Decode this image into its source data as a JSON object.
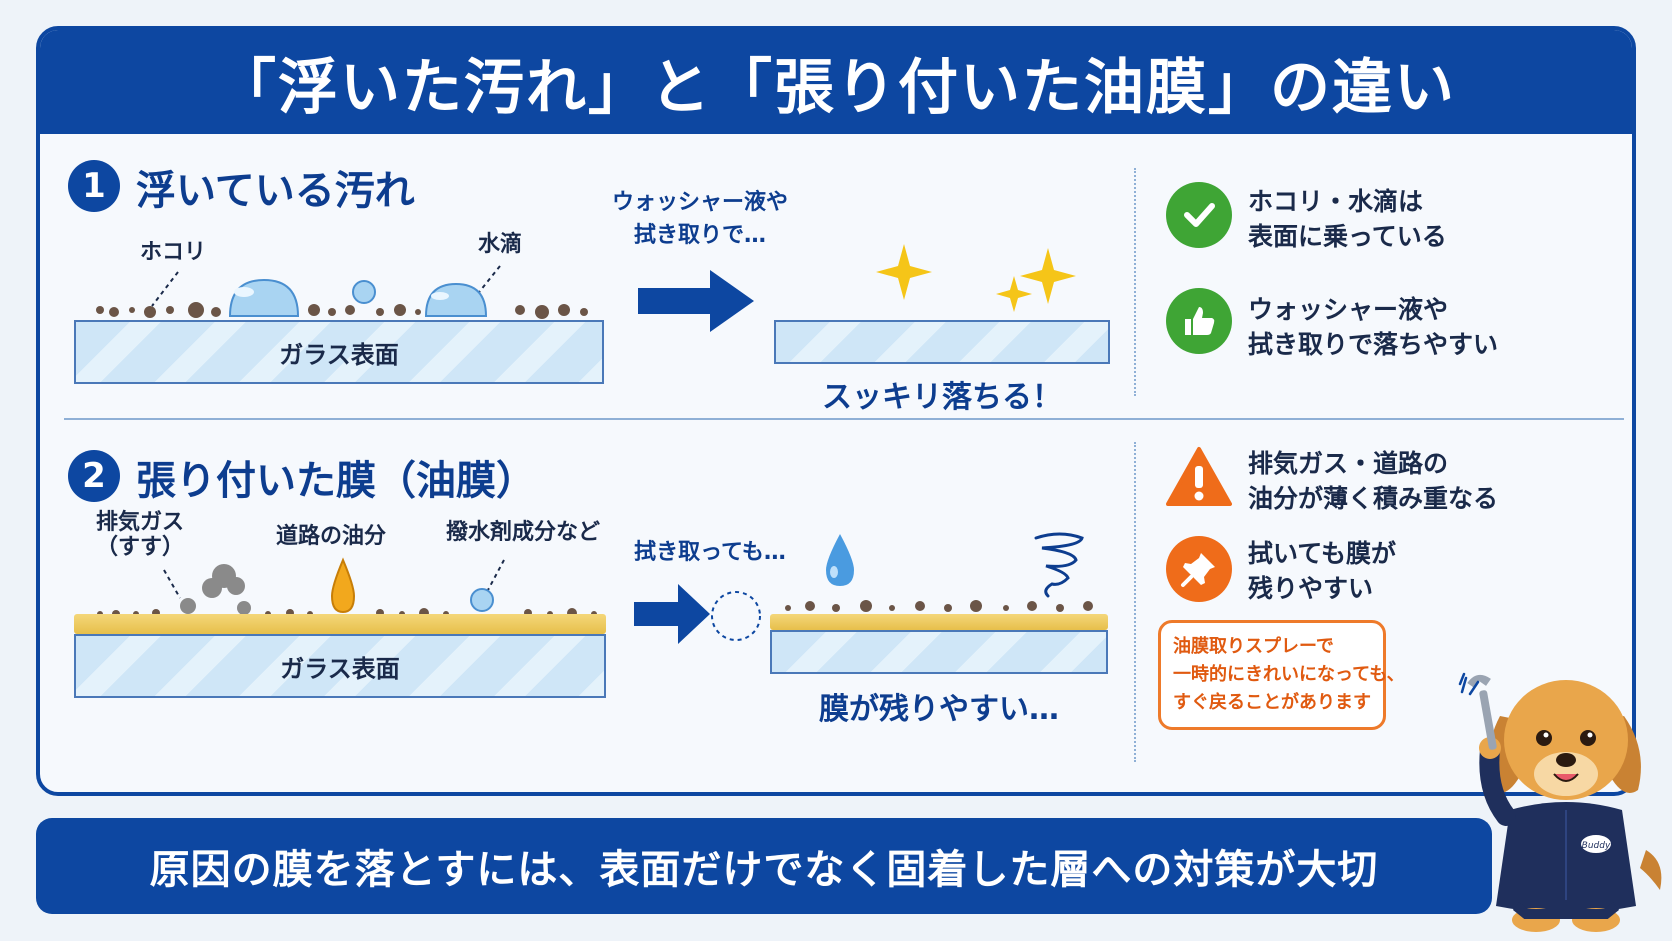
{
  "title": "「浮いた汚れ」と「張り付いた油膜」の違い",
  "section1": {
    "number": "1",
    "title": "浮いている汚れ",
    "label_dust": "ホコリ",
    "label_water": "水滴",
    "glass_label": "ガラス表面",
    "action_line1": "ウォッシャー液や",
    "action_line2": "拭き取りで…",
    "result": "スッキリ落ちる！",
    "points": [
      {
        "icon": "check-icon",
        "line1": "ホコリ・水滴は",
        "line2": "表面に乗っている",
        "color": "#3fa535"
      },
      {
        "icon": "thumbs-up-icon",
        "line1": "ウォッシャー液や",
        "line2": "拭き取りで落ちやすい",
        "color": "#3fa535"
      }
    ]
  },
  "section2": {
    "number": "2",
    "title": "張り付いた膜（油膜）",
    "label_exhaust_line1": "排気ガス",
    "label_exhaust_line2": "（すす）",
    "label_oil": "道路の油分",
    "label_repellent": "撥水剤成分など",
    "glass_label": "ガラス表面",
    "action": "拭き取っても…",
    "result": "膜が残りやすい…",
    "points": [
      {
        "icon": "warning-icon",
        "line1": "排気ガス・道路の",
        "line2": "油分が薄く積み重なる",
        "color": "#ef6c1a"
      },
      {
        "icon": "pushpin-icon",
        "line1": "拭いても膜が",
        "line2": "残りやすい",
        "color": "#ef6c1a"
      }
    ],
    "note_line1": "油膜取りスプレーで",
    "note_line2": "一時的にきれいになっても、",
    "note_line3": "すぐ戻ることがあります"
  },
  "mascot": {
    "badge": "Buddy"
  },
  "footer": "原因の膜を落とすには、表面だけでなく固着した層への対策が大切",
  "colors": {
    "primary": "#0d47a1",
    "accent_green": "#3fa535",
    "accent_orange": "#ef6c1a",
    "gold": "#f5c518"
  }
}
